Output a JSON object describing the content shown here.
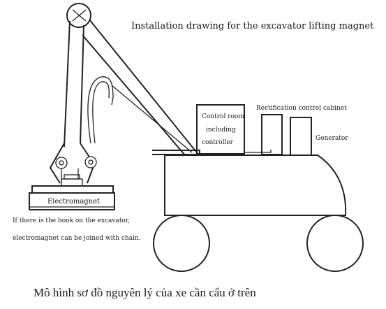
{
  "diagram": {
    "title": "Installation drawing for the excavator lifting magnet",
    "labels": {
      "control_room": [
        "Control room",
        "including",
        "controller"
      ],
      "rectification": "Rectification control cabinet",
      "generator": "Generator",
      "electromagnet": "Electromagnet",
      "note": [
        "If there is the hook on the excavator,",
        "electromagnet can be joined with chain."
      ]
    },
    "caption": "Mô hình sơ đồ nguyên lý của xe cần cẩu ở trên"
  }
}
